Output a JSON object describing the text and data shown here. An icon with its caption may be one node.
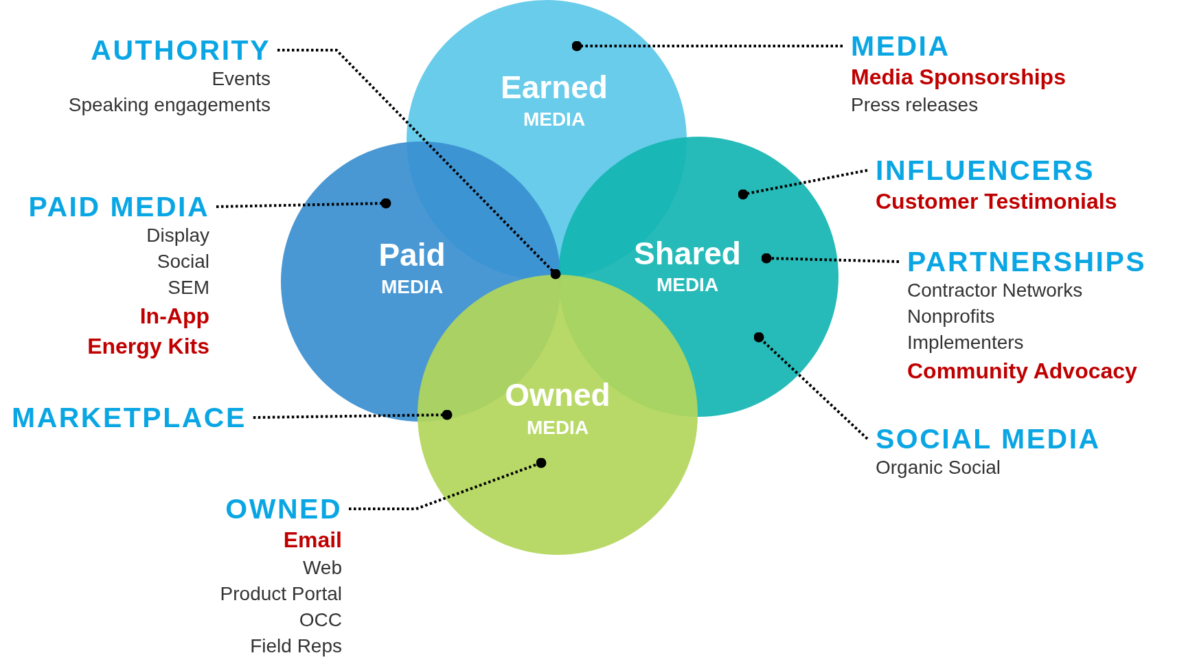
{
  "diagram": {
    "nodes": [
      {
        "text": [
          "Earned",
          "MEDIA"
        ]
      },
      {
        "text": [
          "Paid",
          "MEDIA"
        ]
      },
      {
        "text": [
          "Shared",
          "MEDIA"
        ]
      },
      {
        "text": [
          "Owned",
          "MEDIA"
        ]
      },
      {
        "text": [
          "AUTHORITY",
          "Events",
          "Speaking engagements"
        ]
      },
      {
        "text": [
          "PAID MEDIA",
          "Display",
          "Social",
          "SEM",
          "In-App",
          "Energy Kits"
        ]
      },
      {
        "text": [
          "MARKETPLACE"
        ]
      },
      {
        "text": [
          "OWNED",
          "Email",
          "Web",
          "Product Portal",
          "OCC",
          "Field Reps"
        ]
      },
      {
        "text": [
          "MEDIA",
          "Media Sponsorships",
          "Press releases"
        ]
      },
      {
        "text": [
          "INFLUENCERS",
          "Customer Testimonials"
        ]
      },
      {
        "text": [
          "PARTNERSHIPS",
          "Contractor Networks",
          "Nonprofits",
          "Implementers",
          "Community Advocacy"
        ]
      },
      {
        "text": [
          "SOCIAL MEDIA",
          "Organic Social"
        ]
      }
    ],
    "edges": [
      {
        "from": 4,
        "to": 0,
        "arrow": "other"
      },
      {
        "from": 5,
        "to": 1,
        "arrow": "other"
      },
      {
        "from": 6,
        "to": 1,
        "arrow": "other"
      },
      {
        "from": 7,
        "to": 3,
        "arrow": "other"
      },
      {
        "from": 8,
        "to": 0,
        "arrow": "other"
      },
      {
        "from": 9,
        "to": 2,
        "arrow": "other"
      },
      {
        "from": 10,
        "to": 2,
        "arrow": "other"
      },
      {
        "from": 11,
        "to": 2,
        "arrow": "other"
      }
    ]
  }
}
